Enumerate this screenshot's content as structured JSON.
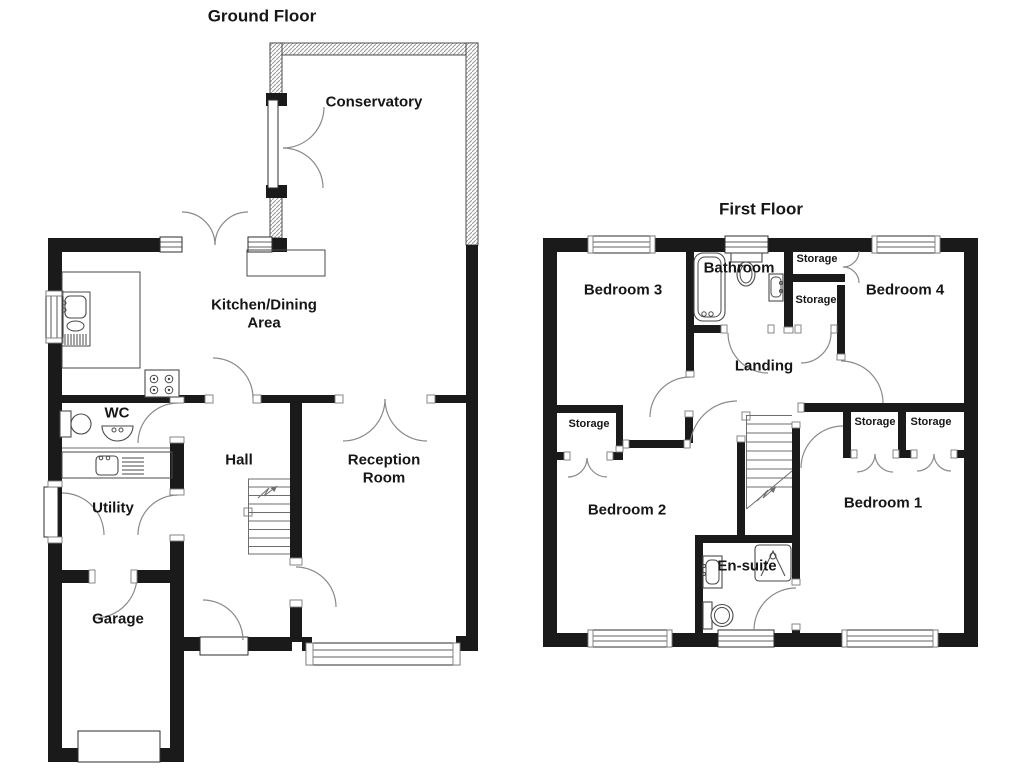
{
  "page": {
    "background": "#ffffff"
  },
  "colors": {
    "wall": "#1a1a1a",
    "thin_line": "#6e6e6e",
    "door_arc": "#8a8a8a",
    "window_frame": "#2e2e2e",
    "text": "#161616",
    "glazing_stripe": "#9a9a9a"
  },
  "ground_floor": {
    "title": "Ground Floor",
    "rooms": {
      "conservatory": "Conservatory",
      "kitchen_dining_line1": "Kitchen/Dining",
      "kitchen_dining_line2": "Area",
      "wc": "WC",
      "hall": "Hall",
      "reception_line1": "Reception",
      "reception_line2": "Room",
      "utility": "Utility",
      "garage": "Garage"
    }
  },
  "first_floor": {
    "title": "First Floor",
    "rooms": {
      "bedroom3": "Bedroom 3",
      "bathroom": "Bathroom",
      "storage_top": "Storage",
      "storage_mid": "Storage",
      "bedroom4": "Bedroom 4",
      "landing": "Landing",
      "storage_bedroom2": "Storage",
      "bedroom2": "Bedroom 2",
      "storage_bedroom1_left": "Storage",
      "storage_bedroom1_right": "Storage",
      "bedroom1": "Bedroom 1",
      "ensuite": "En-suite"
    }
  }
}
